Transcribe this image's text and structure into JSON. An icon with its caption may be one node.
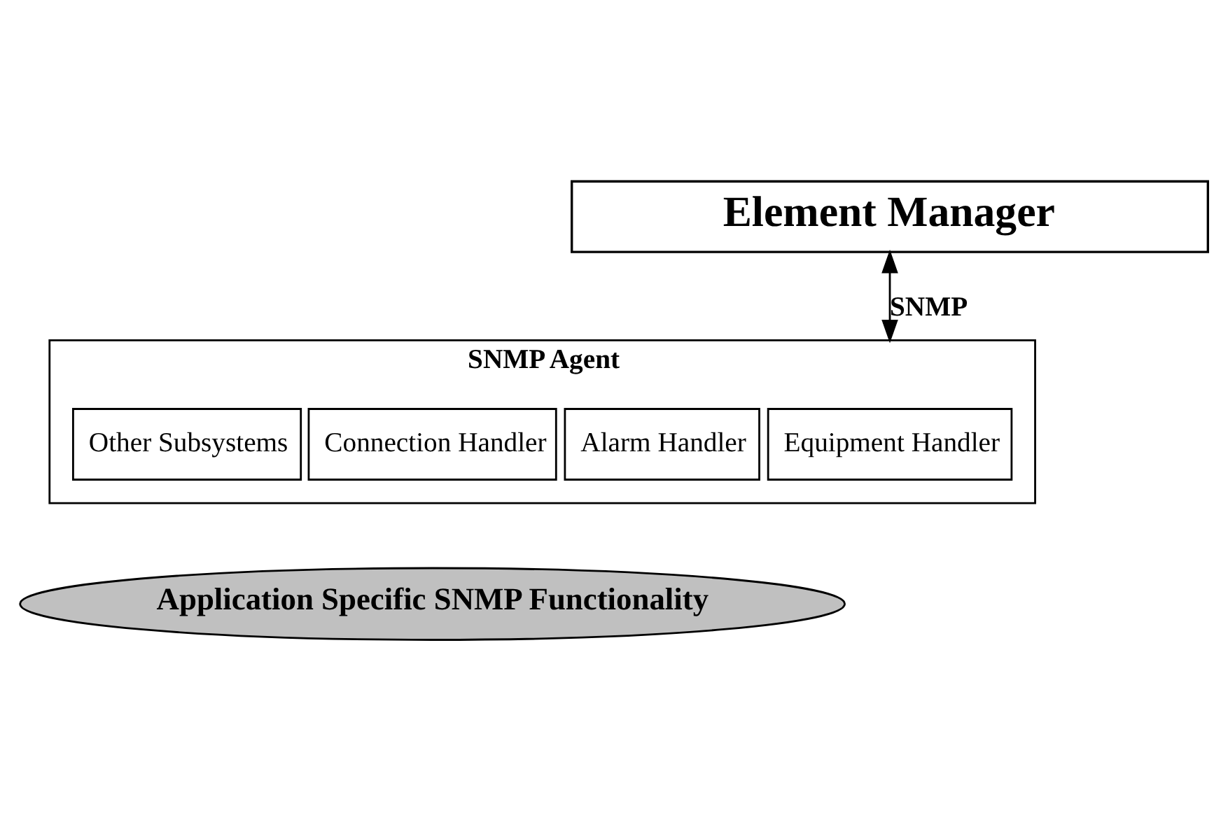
{
  "diagram": {
    "nodes": [
      {
        "text": [
          "Element Manager"
        ]
      },
      {
        "text": [
          "SNMP Agent"
        ]
      },
      {
        "text": [
          "Application Specific SNMP Functionality"
        ]
      },
      {
        "text": [
          "Equipment Handler"
        ],
        "in": 1
      },
      {
        "text": [
          "Alarm Handler"
        ],
        "in": 1
      },
      {
        "text": [
          "Connection Handler"
        ],
        "in": 1
      },
      {
        "text": [
          "Other Subsystems"
        ],
        "in": 1
      }
    ],
    "edges": [
      {
        "from": 0,
        "to": 1,
        "arrow": "both",
        "label": "SNMP"
      }
    ]
  }
}
